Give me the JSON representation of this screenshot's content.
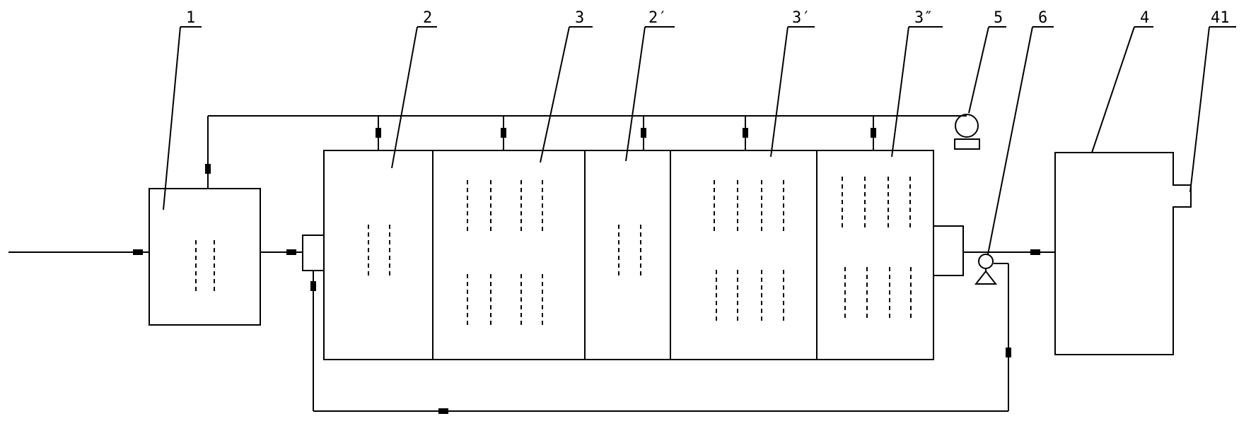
{
  "labels": {
    "l1": "1",
    "l2": "2",
    "l3": "3",
    "l2p": "2′",
    "l3p": "3′",
    "l3pp": "3″",
    "l5": "5",
    "l6": "6",
    "l4": "4",
    "l41": "41"
  }
}
